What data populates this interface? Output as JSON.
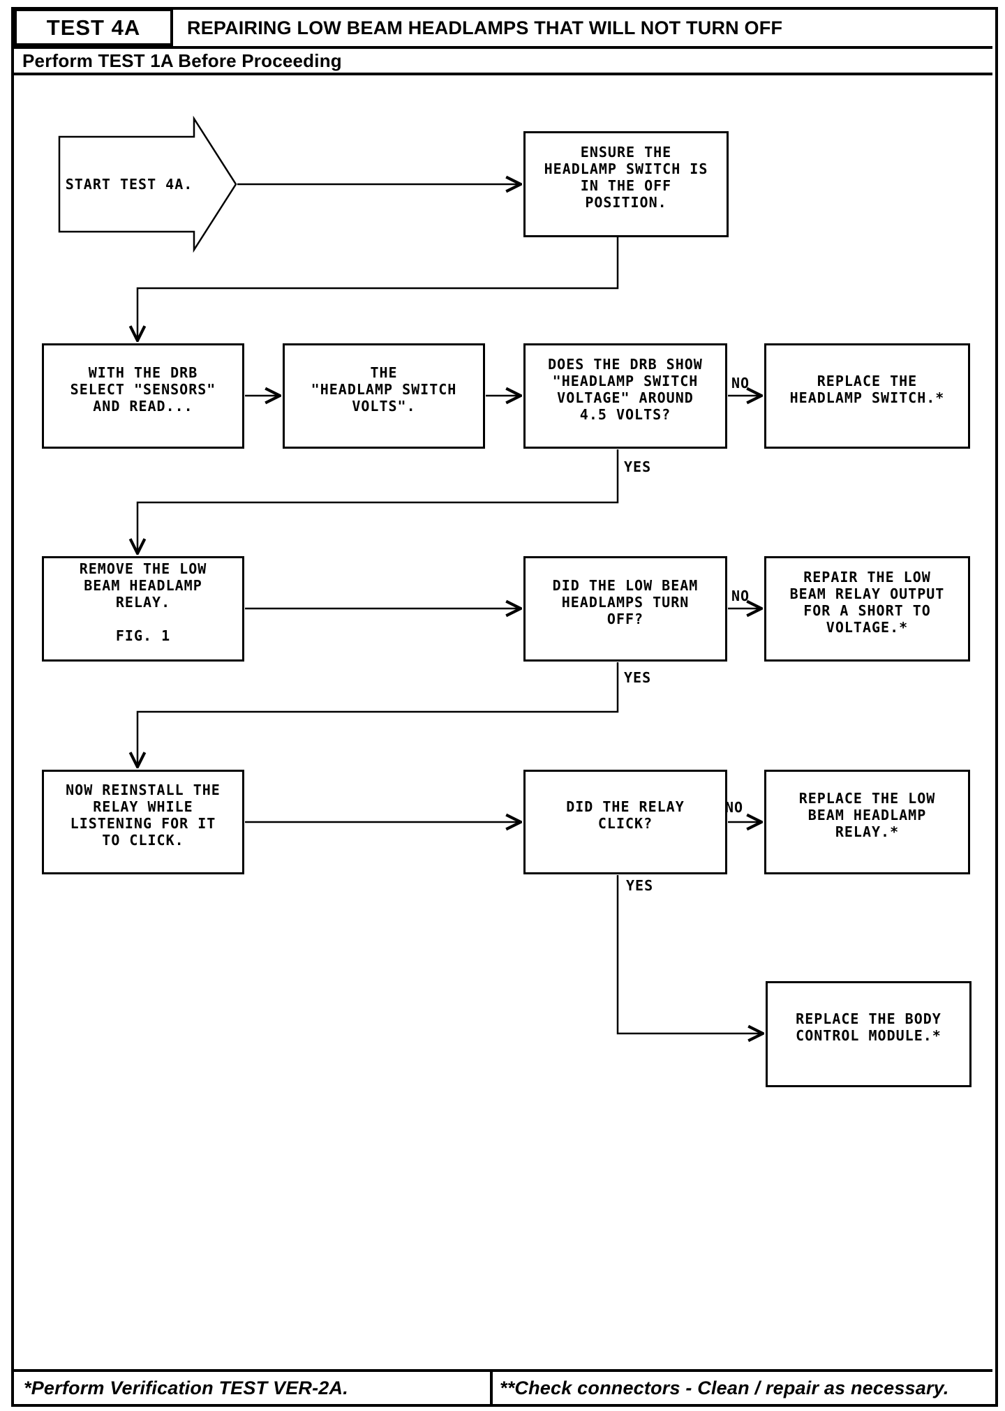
{
  "colors": {
    "ink": "#000000",
    "paper": "#ffffff"
  },
  "header": {
    "test_id": "TEST 4A",
    "title": "REPAIRING LOW BEAM HEADLAMPS THAT WILL NOT TURN OFF",
    "subtitle": "Perform TEST 1A Before Proceeding"
  },
  "start": {
    "label": "START TEST 4A."
  },
  "nodes": {
    "ensure_switch_off": {
      "text": "ENSURE THE\nHEADLAMP SWITCH IS\nIN THE OFF\nPOSITION."
    },
    "drb_select_sensors": {
      "text": "WITH THE DRB\nSELECT \"SENSORS\"\nAND READ..."
    },
    "headlamp_switch_volts": {
      "text": "THE\n\"HEADLAMP SWITCH\nVOLTS\"."
    },
    "q_switch_voltage": {
      "text": "DOES THE DRB SHOW\n\"HEADLAMP SWITCH\nVOLTAGE\" AROUND\n4.5 VOLTS?"
    },
    "replace_headlamp_switch": {
      "text": "REPLACE THE\nHEADLAMP SWITCH.*"
    },
    "remove_relay": {
      "text": "REMOVE THE LOW\nBEAM HEADLAMP\nRELAY.\n\nFIG. 1"
    },
    "q_headlamps_turn_off": {
      "text": "DID THE LOW BEAM\nHEADLAMPS TURN\nOFF?"
    },
    "repair_relay_output": {
      "text": "REPAIR THE LOW\nBEAM RELAY OUTPUT\nFOR A SHORT TO\nVOLTAGE.*"
    },
    "reinstall_relay": {
      "text": "NOW REINSTALL THE\nRELAY WHILE\nLISTENING FOR IT\nTO CLICK."
    },
    "q_relay_click": {
      "text": "DID THE RELAY\nCLICK?"
    },
    "replace_low_beam_relay": {
      "text": "REPLACE THE LOW\nBEAM HEADLAMP\nRELAY.*"
    },
    "replace_bcm": {
      "text": "REPLACE THE BODY\nCONTROL MODULE.*"
    }
  },
  "branches": {
    "yes": "YES",
    "no": "NO"
  },
  "footer": {
    "left": "*Perform Verification TEST VER-2A.",
    "right": "**Check connectors - Clean / repair as necessary."
  }
}
